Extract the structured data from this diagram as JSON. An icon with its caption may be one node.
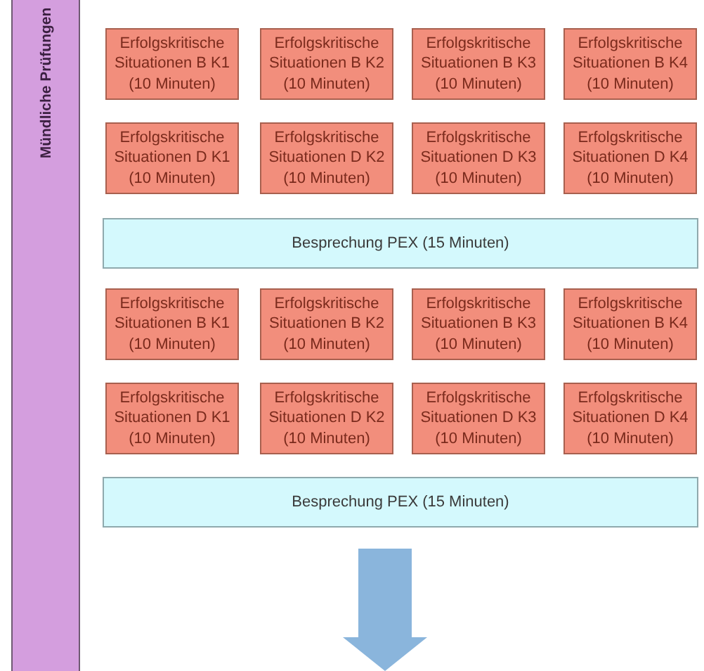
{
  "diagram": {
    "nodes": [
      {
        "text": [
          "Mündliche Prüfungen"
        ]
      },
      {
        "text": [
          "Erfolgskritische Situationen B K1 (10 Minuten)"
        ]
      },
      {
        "text": [
          "Erfolgskritische Situationen B K2 (10 Minuten)"
        ]
      },
      {
        "text": [
          "Erfolgskritische Situationen B K3 (10 Minuten)"
        ]
      },
      {
        "text": [
          "Erfolgskritische Situationen B K4 (10 Minuten)"
        ]
      },
      {
        "text": [
          "Erfolgskritische Situationen D K1 (10 Minuten)"
        ]
      },
      {
        "text": [
          "Erfolgskritische Situationen D K2 (10 Minuten)"
        ]
      },
      {
        "text": [
          "Erfolgskritische Situationen D K3 (10 Minuten)"
        ]
      },
      {
        "text": [
          "Erfolgskritische Situationen D K4 (10 Minuten)"
        ]
      },
      {
        "text": [
          "Besprechung PEX (15 Minuten)"
        ]
      },
      {
        "text": [
          "Erfolgskritische Situationen B K1 (10 Minuten)"
        ]
      },
      {
        "text": [
          "Erfolgskritische Situationen B K2 (10 Minuten)"
        ]
      },
      {
        "text": [
          "Erfolgskritische Situationen B K3 (10 Minuten)"
        ]
      },
      {
        "text": [
          "Erfolgskritische Situationen B K4 (10 Minuten)"
        ]
      },
      {
        "text": [
          "Erfolgskritische Situationen D K1 (10 Minuten)"
        ]
      },
      {
        "text": [
          "Erfolgskritische Situationen D K2 (10 Minuten)"
        ]
      },
      {
        "text": [
          "Erfolgskritische Situationen D K3 (10 Minuten)"
        ]
      },
      {
        "text": [
          "Erfolgskritische Situationen D K4 (10 Minuten)"
        ]
      },
      {
        "text": [
          "Besprechung PEX (15 Minuten)"
        ]
      }
    ]
  }
}
